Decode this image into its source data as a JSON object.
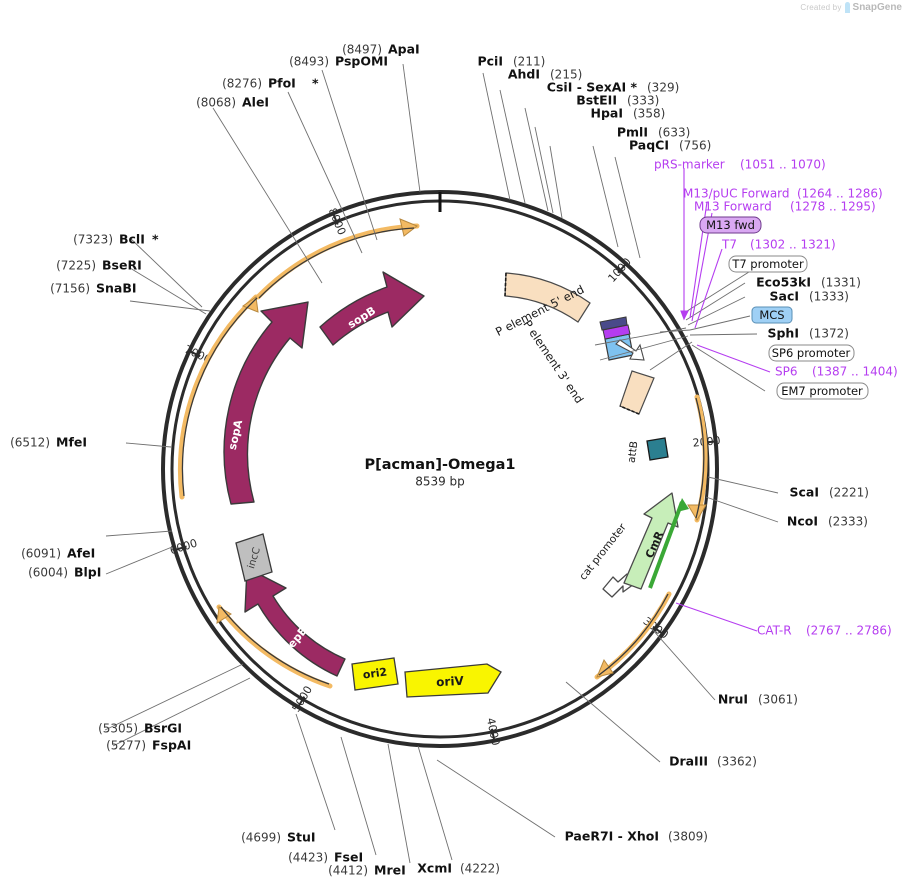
{
  "watermark": {
    "prefix": "Created by",
    "brand": "SnapGene",
    "logo_icon": "snapgene-logo-icon"
  },
  "plasmid": {
    "name": "P[acman]-Omega1",
    "size_label": "8539 bp",
    "length_bp": 8539,
    "ruler_ticks": [
      {
        "label": "1000",
        "bp": 1000
      },
      {
        "label": "2000",
        "bp": 2000
      },
      {
        "label": "3000",
        "bp": 3000
      },
      {
        "label": "4000",
        "bp": 4000
      },
      {
        "label": "5000",
        "bp": 5000
      },
      {
        "label": "6000",
        "bp": 6000
      },
      {
        "label": "7000",
        "bp": 7000
      },
      {
        "label": "8000",
        "bp": 8000
      }
    ]
  },
  "colors": {
    "backbone": "#2b2b2b",
    "gene_magenta": "#9c2a63",
    "gene_green": "#c7eeb9",
    "gene_green_stroke": "#3aa836",
    "ori_yellow": "#f9f500",
    "orange_arc": "#f3ba63",
    "peach": "#f9dfc0",
    "grey_box": "#bfbfbf",
    "teal": "#2b7f90",
    "mcs_blue": "#9fd0f5",
    "primer_purple": "#b53df0",
    "m13_purple_fill": "#d9a8f2",
    "label_grey": "#555555",
    "text_black": "#1a1a1a"
  },
  "enzymes_left": [
    {
      "name": "AleI",
      "pos": "(8068)",
      "star": false,
      "bp": 8068
    },
    {
      "name": "PfoI",
      "pos": "(8276)",
      "star": true,
      "bp": 8276
    },
    {
      "name": "PspOMI",
      "pos": "(8493)",
      "star": false,
      "bp": 8493
    },
    {
      "name": "ApaI",
      "pos": "(8497)",
      "star": false,
      "bp": 8497
    },
    {
      "name": "BclI",
      "pos": "(7323)",
      "star": true,
      "bp": 7323
    },
    {
      "name": "BseRI",
      "pos": "(7225)",
      "star": false,
      "bp": 7225
    },
    {
      "name": "SnaBI",
      "pos": "(7156)",
      "star": false,
      "bp": 7156
    },
    {
      "name": "MfeI",
      "pos": "(6512)",
      "star": false,
      "bp": 6512
    },
    {
      "name": "AfeI",
      "pos": "(6091)",
      "star": false,
      "bp": 6091
    },
    {
      "name": "BlpI",
      "pos": "(6004)",
      "star": false,
      "bp": 6004
    },
    {
      "name": "BsrGI",
      "pos": "(5305)",
      "star": false,
      "bp": 5305
    },
    {
      "name": "FspAI",
      "pos": "(5277)",
      "star": false,
      "bp": 5277
    }
  ],
  "enzymes_bottom": [
    {
      "name": "StuI",
      "pos": "(4699)",
      "bp": 4699
    },
    {
      "name": "FseI",
      "pos": "(4423)",
      "bp": 4423
    },
    {
      "name": "MreI",
      "pos": "(4412)",
      "bp": 4412
    },
    {
      "name": "XcmI",
      "pos": "(4222)",
      "bp": 4222
    },
    {
      "name": "PaeR7I  - XhoI",
      "pos": "(3809)",
      "bp": 3809
    },
    {
      "name": "DraIII",
      "pos": "(3362)",
      "bp": 3362
    },
    {
      "name": "NruI",
      "pos": "(3061)",
      "bp": 3061
    }
  ],
  "enzymes_right": [
    {
      "name": "PciI",
      "pos": "(211)",
      "bp": 211
    },
    {
      "name": "AhdI",
      "pos": "(215)",
      "bp": 215
    },
    {
      "name": "CsiI  - SexAI *",
      "pos": "(329)",
      "bp": 329
    },
    {
      "name": "BstEII",
      "pos": "(333)",
      "bp": 333
    },
    {
      "name": "HpaI",
      "pos": "(358)",
      "bp": 358
    },
    {
      "name": "PmlI",
      "pos": "(633)",
      "bp": 633
    },
    {
      "name": "PaqCI",
      "pos": "(756)",
      "bp": 756
    },
    {
      "name": "Eco53kI",
      "pos": "(1331)",
      "bp": 1331
    },
    {
      "name": "SacI",
      "pos": "(1333)",
      "bp": 1333
    },
    {
      "name": "SphI",
      "pos": "(1372)",
      "bp": 1372
    },
    {
      "name": "ScaI",
      "pos": "(2221)",
      "bp": 2221
    },
    {
      "name": "NcoI",
      "pos": "(2333)",
      "bp": 2333
    }
  ],
  "features_purple": [
    {
      "name": "pRS-marker",
      "range": "(1051 .. 1070)"
    },
    {
      "name": "M13/pUC Forward",
      "range": "(1264 .. 1286)"
    },
    {
      "name": "M13 Forward",
      "range": "(1278 .. 1295)"
    },
    {
      "name": "T7",
      "range": "(1302 .. 1321)"
    },
    {
      "name": "SP6",
      "range": "(1387 .. 1404)"
    },
    {
      "name": "CAT-R",
      "range": "(2767 .. 2786)"
    }
  ],
  "feature_boxes": [
    {
      "name": "M13 fwd",
      "style": "purple"
    },
    {
      "name": "T7 promoter",
      "style": "plain"
    },
    {
      "name": "MCS",
      "style": "blue"
    },
    {
      "name": "SP6 promoter",
      "style": "plain"
    },
    {
      "name": "EM7 promoter",
      "style": "plain"
    }
  ],
  "map_features": [
    {
      "name": "P element 5' end",
      "kind": "peach-arc"
    },
    {
      "name": "P element 3' end",
      "kind": "peach-arc"
    },
    {
      "name": "attB",
      "kind": "teal-box"
    },
    {
      "name": "CmR",
      "kind": "green-arrow"
    },
    {
      "name": "cat promoter",
      "kind": "promoter-arrow"
    },
    {
      "name": "oriV",
      "kind": "yellow-box"
    },
    {
      "name": "ori2",
      "kind": "yellow-box"
    },
    {
      "name": "repE",
      "kind": "magenta-arrow"
    },
    {
      "name": "incC",
      "kind": "grey-box"
    },
    {
      "name": "sopA",
      "kind": "magenta-arrow"
    },
    {
      "name": "sopB",
      "kind": "magenta-arrow"
    }
  ]
}
